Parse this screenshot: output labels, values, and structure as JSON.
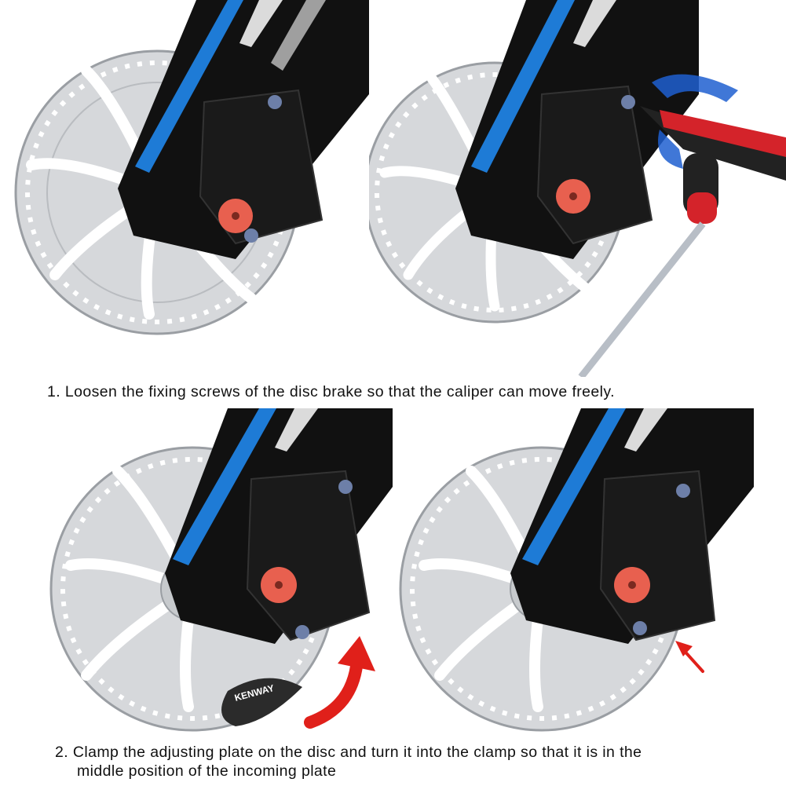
{
  "steps": [
    {
      "number": "1.",
      "text": "Loosen the fixing screws of the disc brake so that the caliper can move freely."
    },
    {
      "number": "2.",
      "line1": "Clamp the adjusting plate on the disc and turn it into the clamp so that it is in the",
      "line2": "middle position of the incoming plate"
    }
  ],
  "plate_label": "KENWAY",
  "colors": {
    "frame_black": "#111111",
    "frame_blue": "#1e7bd6",
    "rotor_steel": "#d6d8db",
    "rotor_edge": "#9a9ea3",
    "piston_red": "#e8604f",
    "arrow_red": "#e0201a",
    "rotate_blue": "#1f5fd0",
    "tool_red": "#d4232a"
  },
  "icons": [
    "disc-rotor-icon",
    "caliper-icon",
    "hex-wrench-icon",
    "rotate-arrow-icon",
    "curved-arrow-icon",
    "pointer-arrow-icon"
  ]
}
